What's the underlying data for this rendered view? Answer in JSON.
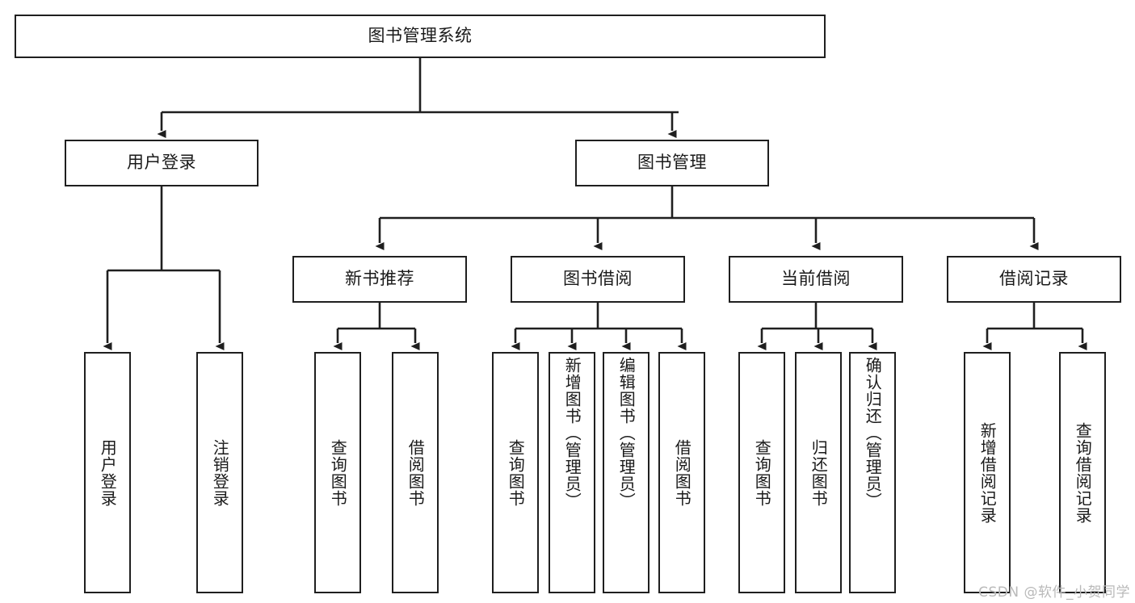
{
  "diagram": {
    "type": "tree",
    "title": "图书管理系统",
    "watermark": "CSDN @软件_小贺同学",
    "colors": {
      "stroke": "#1f1f1f",
      "fill": "#ffffff",
      "text": "#1a1a1a",
      "watermark": "#b9b9b9"
    },
    "levels": {
      "root": {
        "label": "图书管理系统"
      },
      "level2": [
        {
          "label": "用户登录"
        },
        {
          "label": "图书管理"
        }
      ],
      "level3": [
        {
          "label": "新书推荐"
        },
        {
          "label": "图书借阅"
        },
        {
          "label": "当前借阅"
        },
        {
          "label": "借阅记录"
        }
      ],
      "leaves": [
        {
          "label": "用户登录",
          "parent": "用户登录"
        },
        {
          "label": "注销登录",
          "parent": "用户登录"
        },
        {
          "label": "查询图书",
          "parent": "新书推荐"
        },
        {
          "label": "借阅图书",
          "parent": "新书推荐"
        },
        {
          "label": "查询图书",
          "parent": "图书借阅"
        },
        {
          "label": "新增图书（管理员）",
          "parent": "图书借阅"
        },
        {
          "label": "编辑图书（管理员）",
          "parent": "图书借阅"
        },
        {
          "label": "借阅图书",
          "parent": "图书借阅"
        },
        {
          "label": "查询图书",
          "parent": "当前借阅"
        },
        {
          "label": "归还图书",
          "parent": "当前借阅"
        },
        {
          "label": "确认归还（管理员）",
          "parent": "当前借阅"
        },
        {
          "label": "新增借阅记录",
          "parent": "借阅记录"
        },
        {
          "label": "查询借阅记录",
          "parent": "借阅记录"
        }
      ]
    }
  }
}
